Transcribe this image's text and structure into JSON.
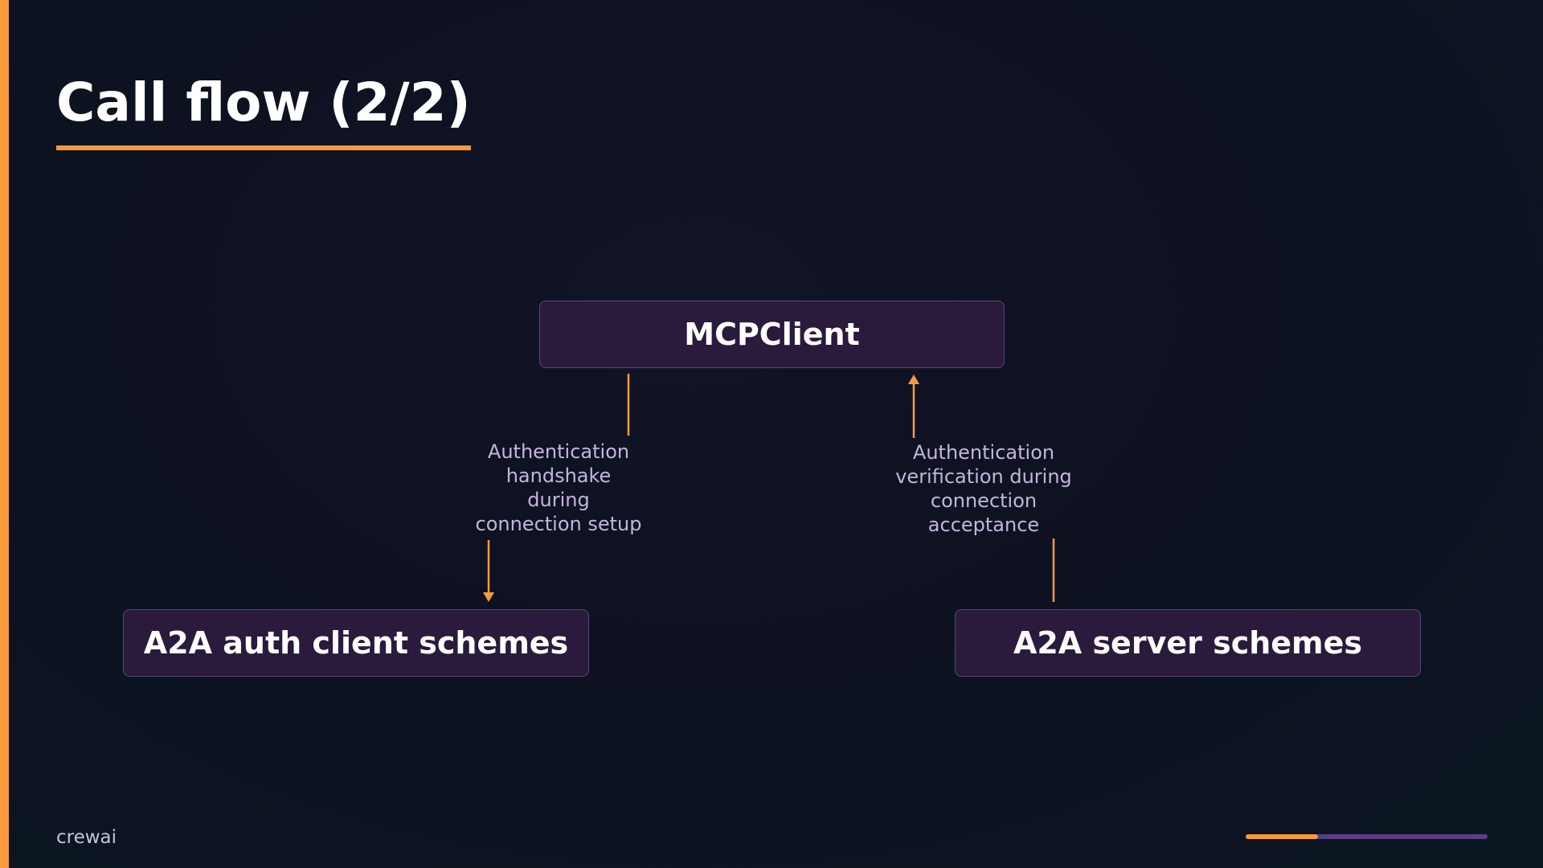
{
  "slide": {
    "title": "Call flow (2/2)",
    "footer_brand": "crewai",
    "progress": 0.3,
    "accent_color": "#f79a3e",
    "node_fill": "#2a1a3b"
  },
  "diagram": {
    "nodes": {
      "mcp": "MCPClient",
      "client": "A2A auth client schemes",
      "server": "A2A server schemes"
    },
    "edges": {
      "left": {
        "from": "MCPClient",
        "to": "A2A auth client schemes",
        "label": "Authentication\nhandshake\nduring\nconnection setup"
      },
      "right": {
        "from": "A2A server schemes",
        "to": "MCPClient",
        "label": "Authentication\nverification during\nconnection\nacceptance"
      }
    }
  }
}
